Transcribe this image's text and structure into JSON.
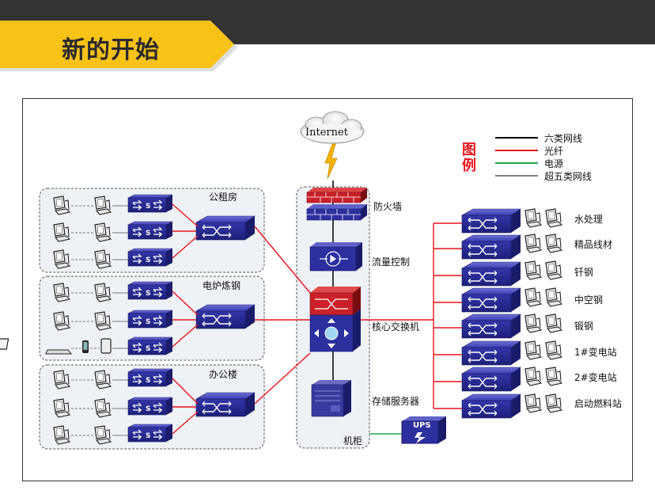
{
  "header": {
    "title": "新的开始"
  },
  "legend": {
    "title": "图例",
    "items": [
      {
        "label": "六类网线",
        "color": "#000000"
      },
      {
        "label": "光纤",
        "color": "#e8141a"
      },
      {
        "label": "电源",
        "color": "#1aa84a"
      },
      {
        "label": "超五类网线",
        "color": "#808080"
      }
    ]
  },
  "internet": "Internet",
  "groups": [
    {
      "label": "公租房"
    },
    {
      "label": "电炉炼钢"
    },
    {
      "label": "办公楼"
    }
  ],
  "cabinet": {
    "label": "机柜",
    "devices": {
      "firewall": "防火墙",
      "flow": "流量控制",
      "core": "核心交换机",
      "storage": "存储服务器"
    }
  },
  "ups": "UPS",
  "sites": [
    {
      "label": "水处理"
    },
    {
      "label": "精品线材"
    },
    {
      "label": "钎钢"
    },
    {
      "label": "中空钢"
    },
    {
      "label": "锻钢"
    },
    {
      "label": "1#变电站"
    },
    {
      "label": "2#变电站"
    },
    {
      "label": "启动燃料站"
    }
  ],
  "colors": {
    "fiber": "#e8141a",
    "cat6": "#000000",
    "power": "#1aa84a",
    "cat5e": "#808080",
    "switch": "#2c2f9e",
    "header": "#f8c217"
  }
}
